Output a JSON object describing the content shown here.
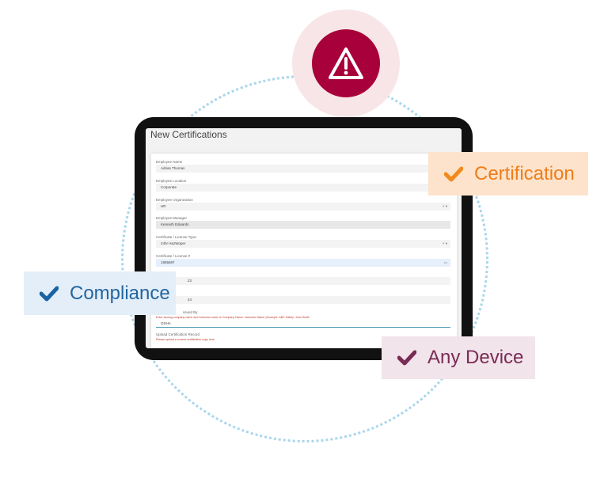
{
  "colors": {
    "alert": "#a8003a",
    "certification": "#ee7d18",
    "compliance": "#23659f",
    "any_device": "#7a2b55"
  },
  "screen": {
    "title": "New Certifications",
    "fields": [
      {
        "label": "Employee Name",
        "value": "Adrian Thomas"
      },
      {
        "label": "Employee Location",
        "value": "Corporate"
      },
      {
        "label": "Employee Organization",
        "value": "HR",
        "clear": "× ▾"
      },
      {
        "label": "Employee Manager",
        "value": "Kenneth Edwards"
      },
      {
        "label": "Certificate / License Type:",
        "value": "24hr HazWoper",
        "clear": "× ▾"
      },
      {
        "label": "Certificate / License #",
        "value": "1955687"
      },
      {
        "label": "",
        "value": "23"
      },
      {
        "label": "",
        "value": "24"
      },
      {
        "label": "ssued By",
        "value": "OSHA",
        "hint": "Enter issuing company name and instructor name ie Company Name: Instructor Name (Example: ABC Safety: John Smith"
      }
    ],
    "upload": {
      "label": "Upload Certification Record",
      "hint": "Please upload a current certification copy here"
    }
  },
  "badges": {
    "certification": "Certification",
    "compliance": "Compliance",
    "any_device": "Any Device"
  },
  "icons": {
    "alert": "warning-triangle-icon",
    "check": "checkmark-icon"
  }
}
